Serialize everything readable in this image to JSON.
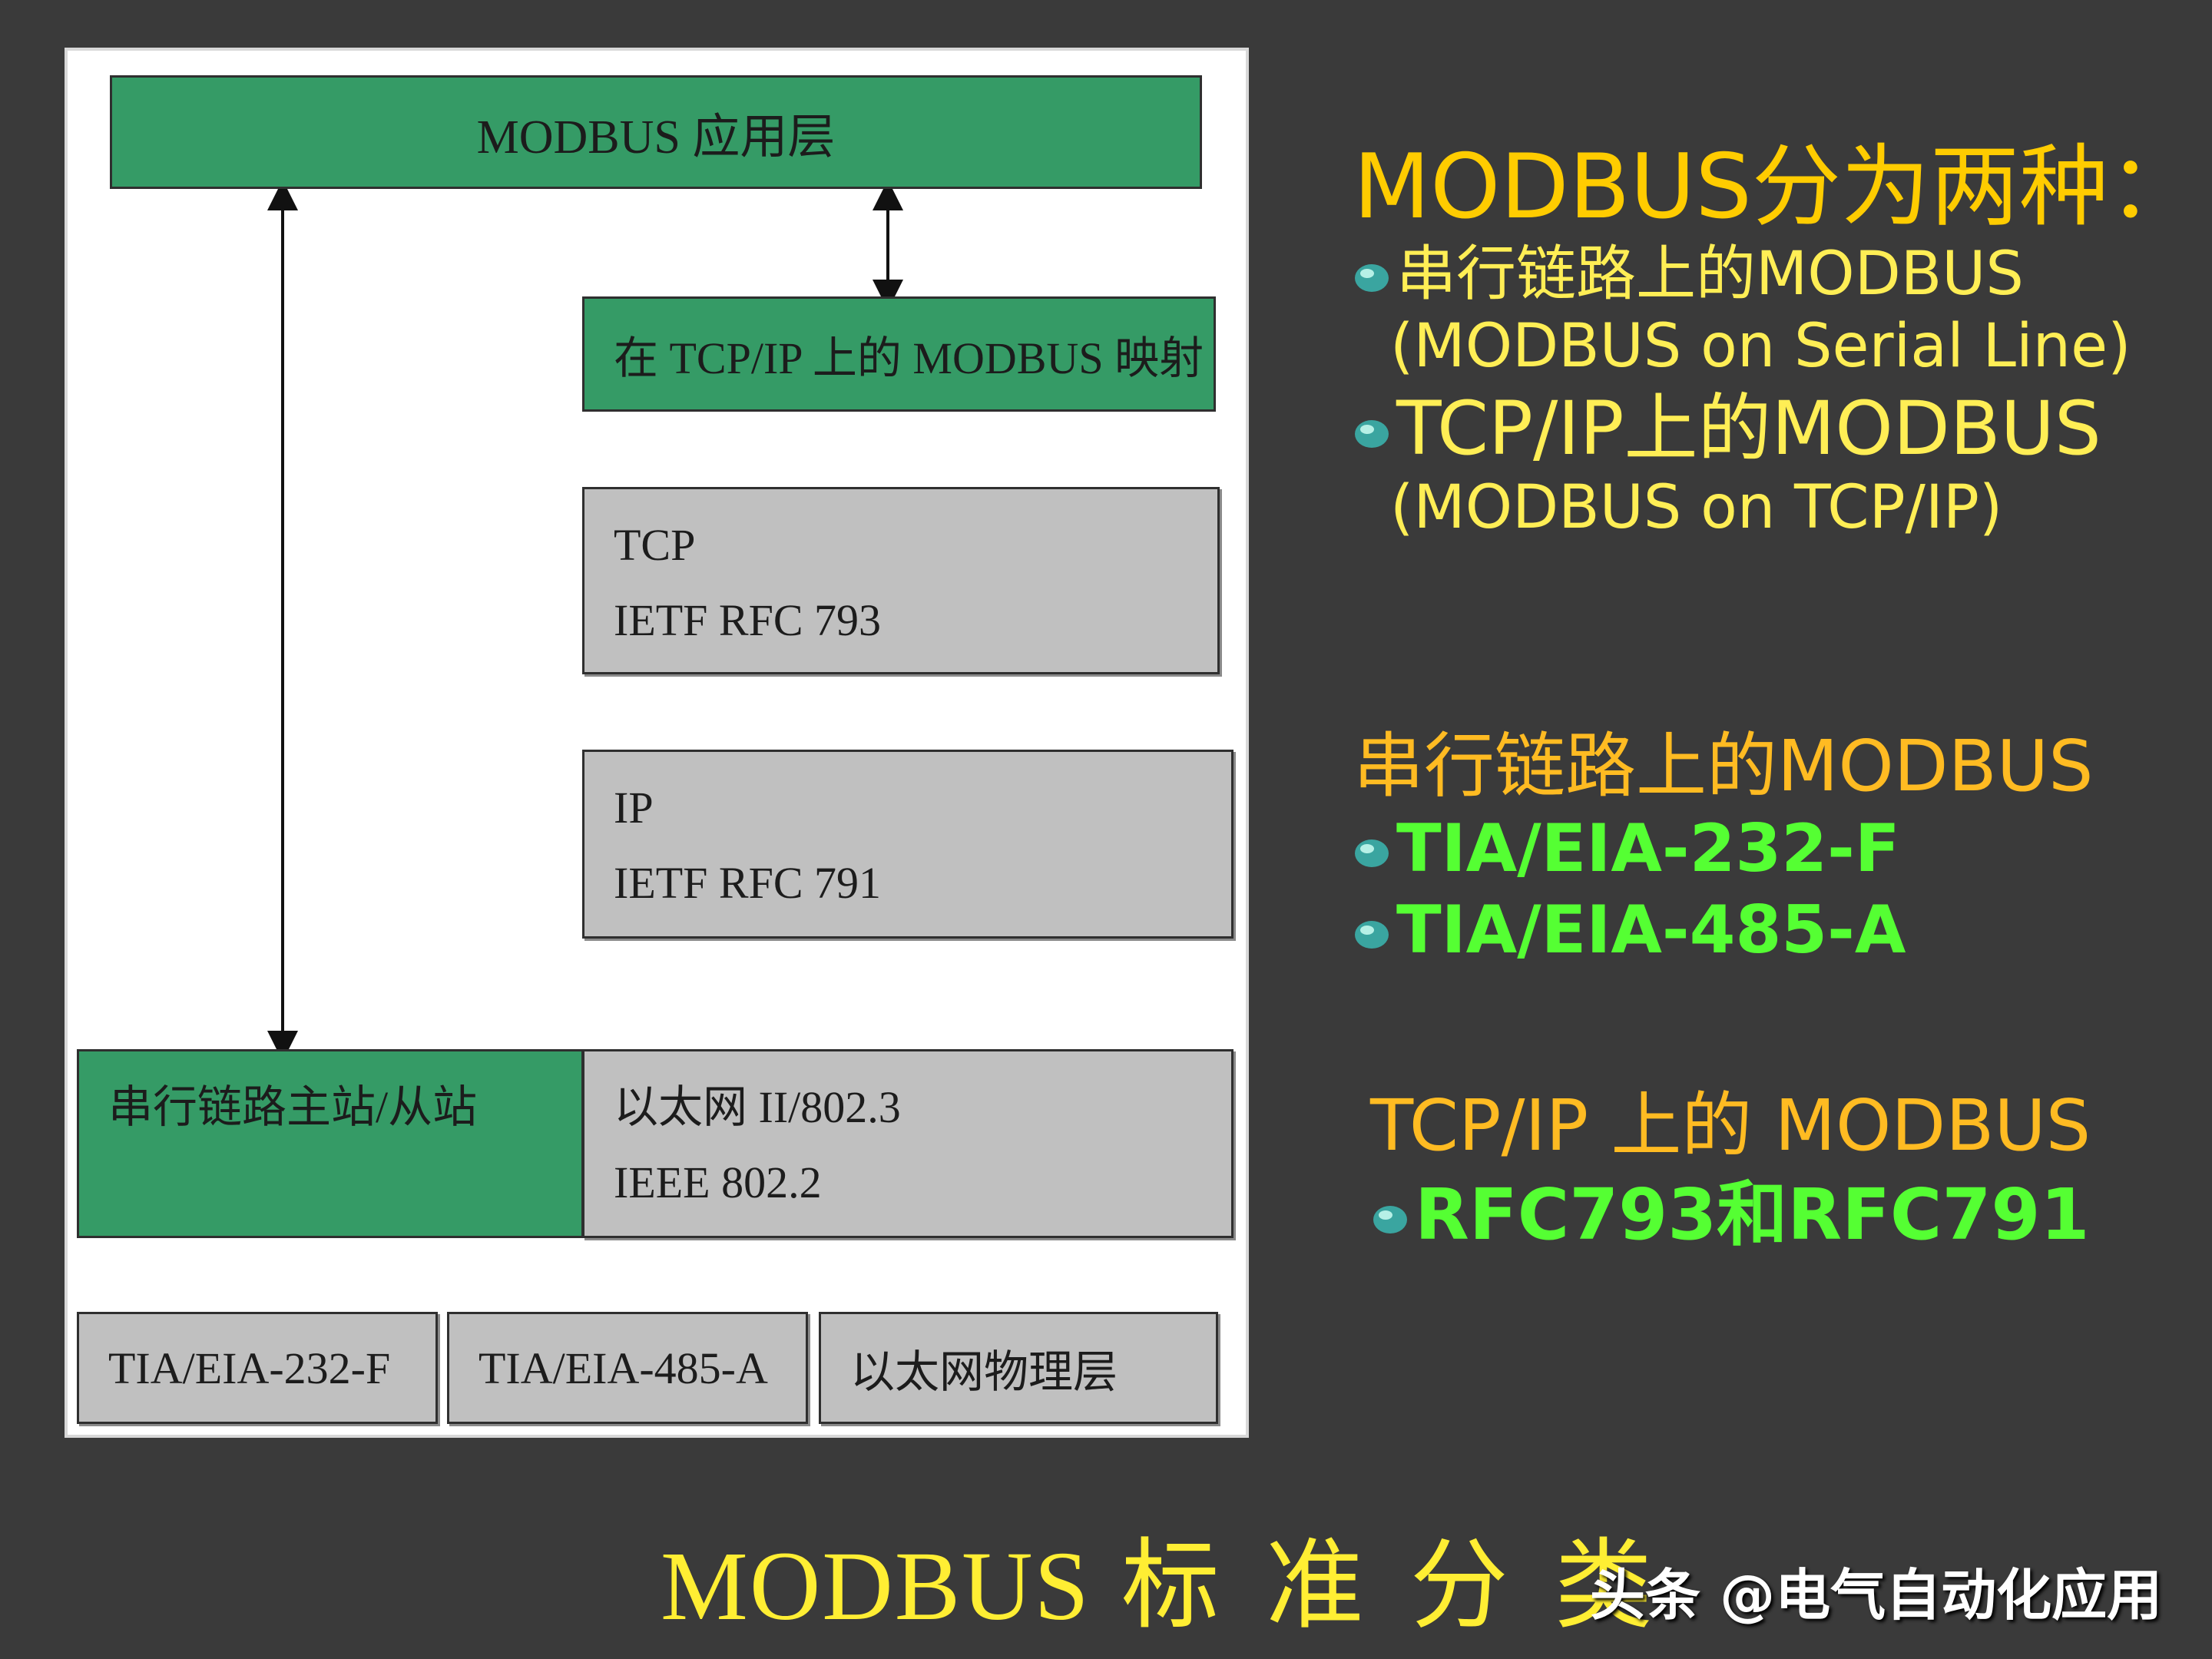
{
  "diagram": {
    "app_layer": "MODBUS 应用层",
    "tcpip_mapping": "在 TCP/IP 上的 MODBUS 映射",
    "tcp": {
      "line1": "TCP",
      "line2": "IETF RFC 793"
    },
    "ip": {
      "line1": "IP",
      "line2": "IETF RFC 791"
    },
    "serial_master_slave": "串行链路主站/从站",
    "ethernet": {
      "line1": "以太网 II/802.3",
      "line2": "IEEE 802.2"
    },
    "phy_232": "TIA/EIA-232-F",
    "phy_485": "TIA/EIA-485-A",
    "phy_eth": "以太网物理层"
  },
  "right": {
    "heading": "MODBUS分为两种：",
    "type1": "串行链路上的MODBUS",
    "type1_en": "(MODBUS on Serial Line)",
    "type2": "TCP/IP上的MODBUS",
    "type2_en": "(MODBUS on TCP/IP)",
    "serial_heading": "串行链路上的MODBUS",
    "serial_std1": "TIA/EIA-232-F",
    "serial_std2": "TIA/EIA-485-A",
    "tcp_heading": "TCP/IP 上的 MODBUS",
    "tcp_std": "RFC793和RFC791"
  },
  "footer": {
    "title_latin": "MODBUS",
    "title_han": "标准分类",
    "watermark": "头条 @电气自动化应用"
  },
  "colors": {
    "background": "#3a3a3a",
    "box_green": "#359b66",
    "box_gray": "#c0c0c0",
    "heading_yellow": "#ffcc00",
    "text_green": "#55ff33"
  },
  "icons": {
    "bullet": "globe-bullet-icon"
  }
}
